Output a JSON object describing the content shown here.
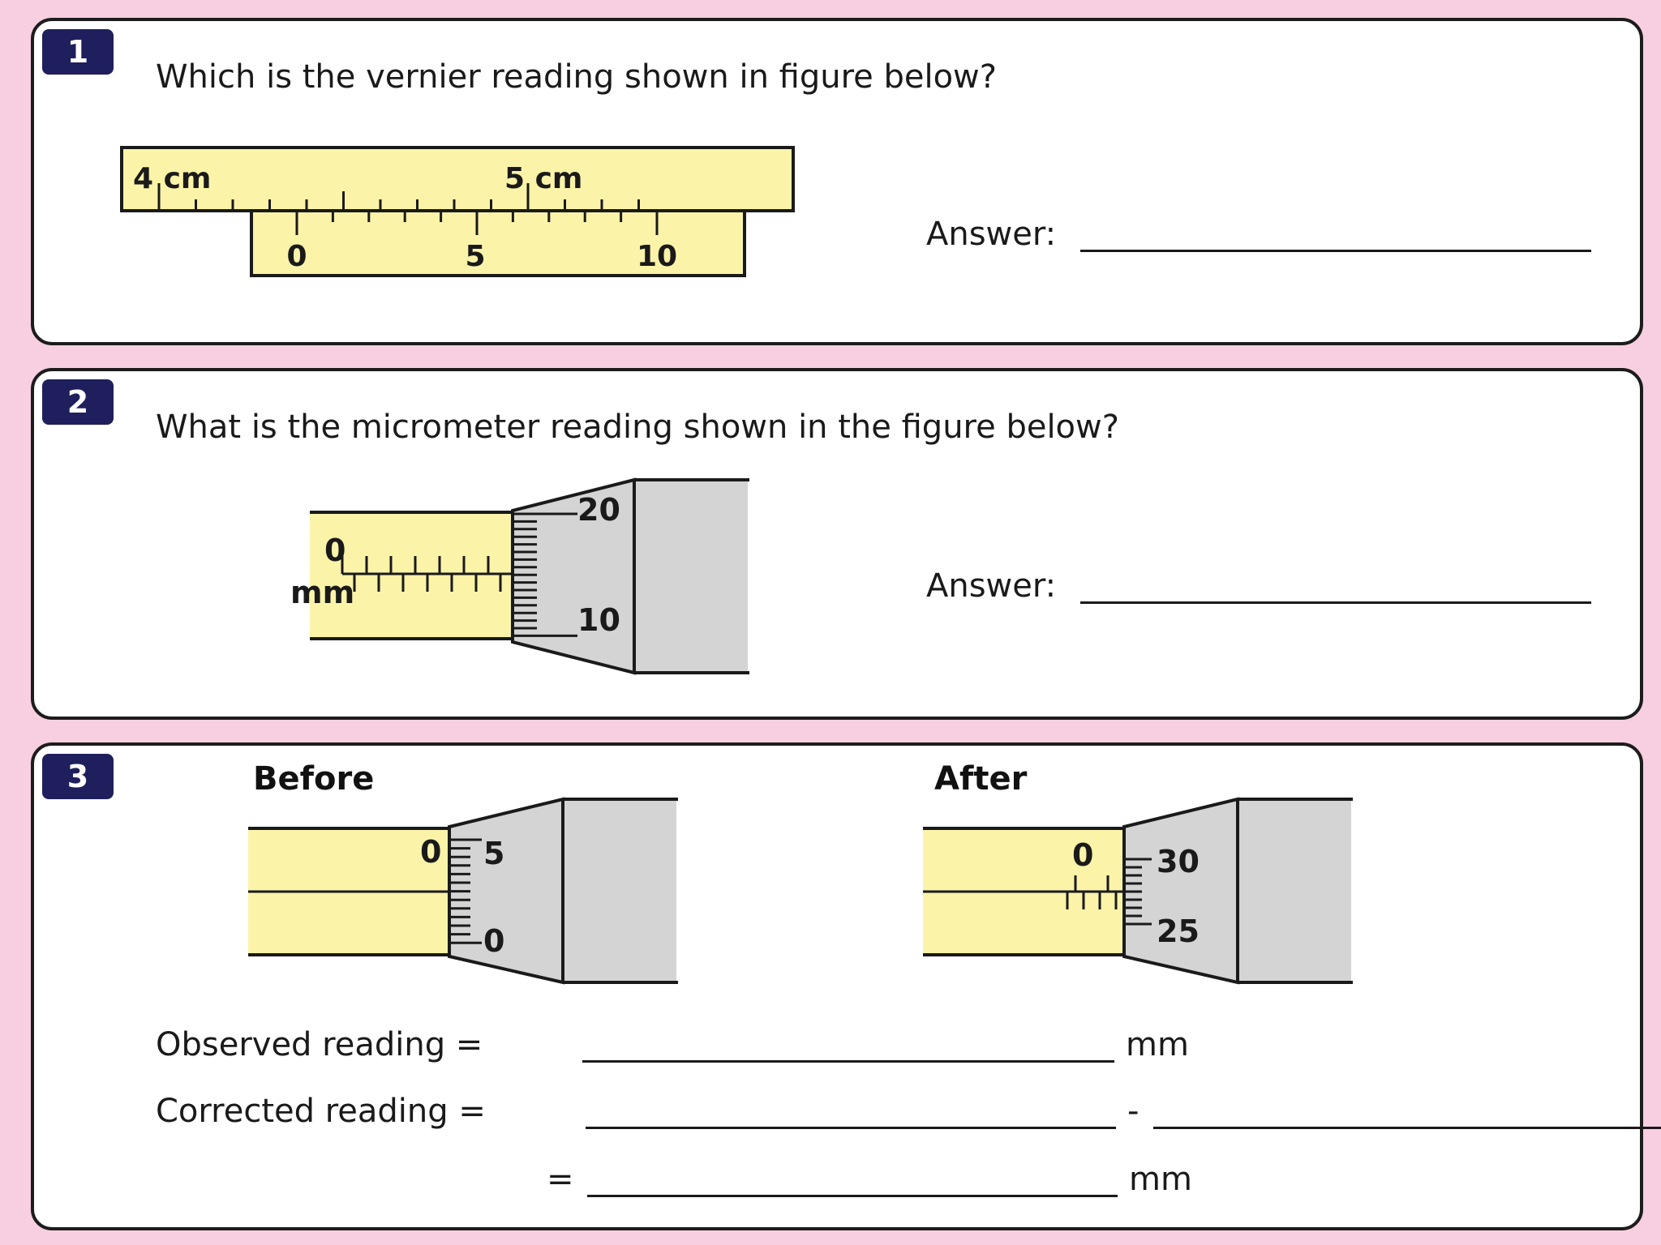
{
  "colors": {
    "background": "#f7cfe0",
    "badge": "#1e1f5c",
    "scale_fill": "#fbf3a8",
    "thimble_fill": "#d4d4d4"
  },
  "q1": {
    "number": "1",
    "question": "Which is the vernier reading shown in figure below?",
    "main_scale_labels": [
      "4 cm",
      "5 cm"
    ],
    "vernier_labels": [
      "0",
      "5",
      "10"
    ],
    "answer_label": "Answer:"
  },
  "q2": {
    "number": "2",
    "question": "What is the micrometer reading shown in the figure below?",
    "sleeve_zero": "0",
    "unit_label": "mm",
    "thimble_labels": [
      "20",
      "10"
    ],
    "answer_label": "Answer:"
  },
  "q3": {
    "number": "3",
    "before": {
      "title": "Before",
      "sleeve_zero": "0",
      "thimble_labels": [
        "5",
        "0"
      ]
    },
    "after": {
      "title": "After",
      "sleeve_zero": "0",
      "thimble_labels": [
        "30",
        "25"
      ]
    },
    "observed_label": "Observed reading =",
    "observed_unit": "mm",
    "corrected_label": "Corrected reading =",
    "corrected_minus": "-",
    "equals": "=",
    "result_unit": "mm"
  }
}
